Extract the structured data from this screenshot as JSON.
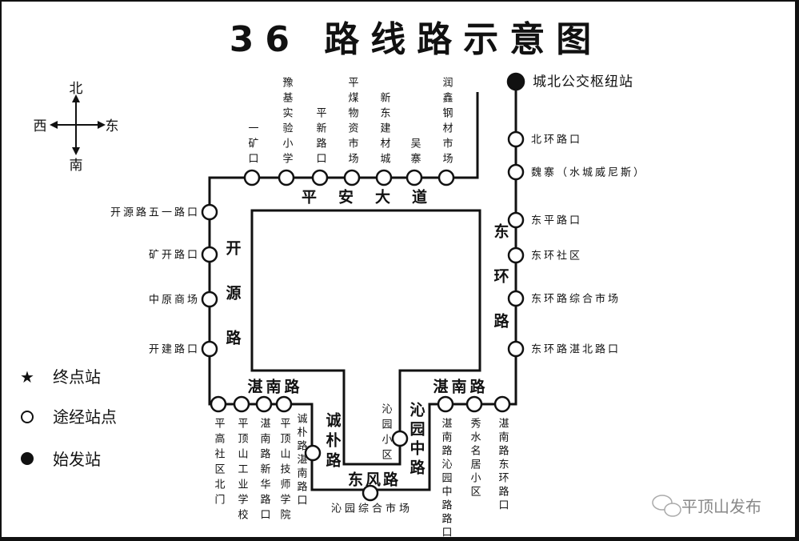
{
  "title": "36 路线路示意图",
  "compass": {
    "north": "北",
    "south": "南",
    "west": "西",
    "east": "东"
  },
  "roads": {
    "pingan": "平安大道",
    "kaiyuan": "开源路",
    "donghuan": "东环路",
    "zhannan_left": "湛南路",
    "zhannan_right": "湛南路",
    "chengpu": "诚朴路",
    "qinyuanzhong": "沁园中路",
    "dongfeng": "东风路"
  },
  "stations": {
    "start": "城北公交枢纽站",
    "east": [
      "北环路口",
      "魏寨（水城威尼斯）",
      "东平路口",
      "东环社区",
      "东环路综合市场",
      "东环路湛北路口"
    ],
    "top": [
      "一矿口",
      "豫基实验小学",
      "平新路口",
      "平煤物资市场",
      "新东建材城",
      "吴寨",
      "润鑫钢材市场"
    ],
    "left": [
      "开源路五一路口",
      "矿开路口",
      "中原商场",
      "开建路口"
    ],
    "bottom_left": [
      "平高社区北门",
      "平顶山工业学校",
      "湛南路新华路口",
      "平顶山技师学院"
    ],
    "chengpu": "诚朴路湛南路口",
    "dongfeng": "沁园综合市场",
    "qinyuan": "沁园小区",
    "bottom_right": [
      "湛南路沁园中路路口",
      "秀水名居小区",
      "湛南路东环路口"
    ]
  },
  "legend": {
    "terminal": {
      "symbol": "★",
      "label": "终点站"
    },
    "via": {
      "symbol": "○",
      "label": "途经站点"
    },
    "origin": {
      "symbol": "●",
      "label": "始发站"
    }
  },
  "watermark": "平顶山发布",
  "colors": {
    "line": "#111111",
    "background": "#ffffff",
    "watermark": "#888888"
  }
}
